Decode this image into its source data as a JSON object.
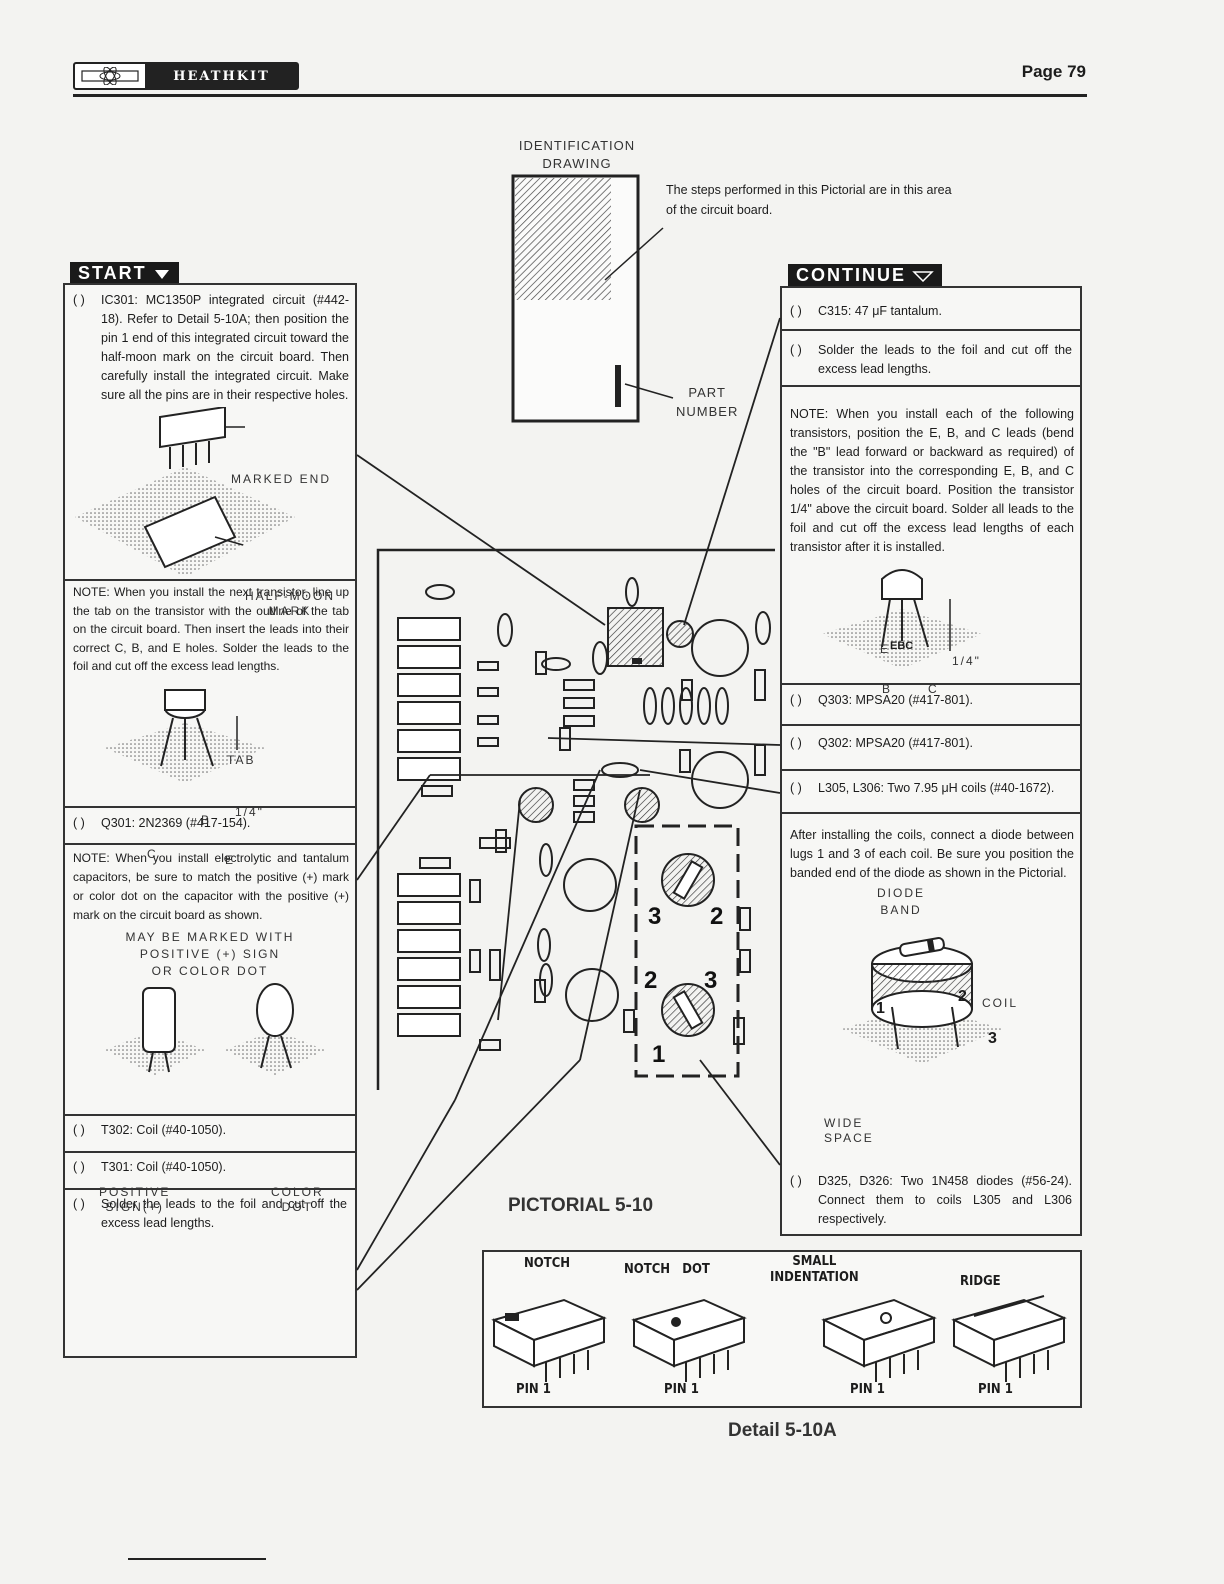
{
  "header": {
    "brand": "HEATHKIT",
    "page": "Page 79"
  },
  "identification": {
    "title_line1": "IDENTIFICATION",
    "title_line2": "DRAWING",
    "note": "The steps performed in this Pictorial are in this area of the circuit board.",
    "part_label_line1": "PART",
    "part_label_line2": "NUMBER"
  },
  "left_panel": {
    "start_label": "START",
    "step_ic301": {
      "check": "( )",
      "text": "IC301: MC1350P integrated circuit (#442-18). Refer to Detail 5-10A; then position the pin 1 end of this integrated circuit toward the half-moon mark on the circuit board. Then carefully install the integrated circuit. Make sure all the pins are in their respective holes."
    },
    "marked_end": "MARKED END",
    "half_moon_line1": "HALF-MOON",
    "half_moon_line2": "MARK",
    "note_transistor": "NOTE: When you install the next transistor, line up the tab on the transistor with the outline of the tab on the circuit board. Then insert the leads into their correct C, B, and E holes. Solder the leads to the foil and cut off the excess lead lengths.",
    "tab_label": "TAB",
    "lead_b": "B",
    "lead_c": "C",
    "lead_e": "E",
    "quarter_inch": "1/4\"",
    "step_q301": {
      "check": "( )",
      "text": "Q301: 2N2369 (#417-154)."
    },
    "note_caps": "NOTE: When you install electrolytic and tantalum capacitors, be sure to match the positive (+) mark or color dot on the capacitor with the positive (+) mark on the circuit board as shown.",
    "may_be_marked_line1": "MAY BE MARKED WITH",
    "may_be_marked_line2": "POSITIVE (+) SIGN",
    "may_be_marked_line3": "OR COLOR DOT",
    "positive_sign_line1": "POSITIVE",
    "positive_sign_line2": "SIGN(+)",
    "color_dot_line1": "COLOR",
    "color_dot_line2": "DOT",
    "step_t302": {
      "check": "( )",
      "text": "T302: Coil (#40-1050)."
    },
    "step_t301": {
      "check": "( )",
      "text": "T301: Coil (#40-1050)."
    },
    "step_solder": {
      "check": "( )",
      "text": "Solder the leads to the foil and cut off the excess lead lengths."
    }
  },
  "right_panel": {
    "continue_label": "CONTINUE",
    "step_c315": {
      "check": "( )",
      "text": "C315: 47 μF tantalum."
    },
    "step_solder": {
      "check": "( )",
      "text": "Solder the leads to the foil and cut off the excess lead lengths."
    },
    "note_transistors": "NOTE: When you install each of the following transistors, position the E, B, and C leads (bend the \"B\" lead forward or backward as required) of the transistor into the corresponding E, B, and C holes of the circuit board. Position the transistor 1/4\" above the circuit board. Solder all leads to the foil and cut off the excess lead lengths of each transistor after it is installed.",
    "ebc_label": "EBC",
    "lead_e": "E",
    "lead_b": "B",
    "lead_c": "C",
    "quarter_inch": "1/4\"",
    "step_q303": {
      "check": "( )",
      "text": "Q303: MPSA20 (#417-801)."
    },
    "step_q302": {
      "check": "( )",
      "text": "Q302: MPSA20 (#417-801)."
    },
    "step_l305": {
      "check": "( )",
      "text": "L305, L306: Two 7.95 μH coils (#40-1672)."
    },
    "note_coils": "After installing the coils, connect a diode between lugs 1 and 3 of each coil. Be sure you position the banded end of the diode as shown in the Pictorial.",
    "diode_band_line1": "DIODE",
    "diode_band_line2": "BAND",
    "coil_label": "COIL",
    "lug1": "1",
    "lug2": "2",
    "lug3": "3",
    "wide_space_line1": "WIDE",
    "wide_space_line2": "SPACE",
    "step_d325": {
      "check": "( )",
      "text": "D325, D326: Two 1N458 diodes (#56-24). Connect them to coils L305 and L306 respectively."
    }
  },
  "pictorial": {
    "caption": "PICTORIAL 5-10",
    "coil_numbers": [
      "3",
      "2",
      "2",
      "3",
      "1"
    ]
  },
  "detail": {
    "caption": "Detail 5-10A",
    "labels": {
      "notch": "NOTCH",
      "notch_dot": "NOTCH   DOT",
      "small_indentation_line1": "SMALL",
      "small_indentation_line2": "INDENTATION",
      "ridge": "RIDGE"
    },
    "pin_labels": [
      "PIN 1",
      "PIN 1",
      "PIN 1",
      "PIN 1"
    ]
  }
}
